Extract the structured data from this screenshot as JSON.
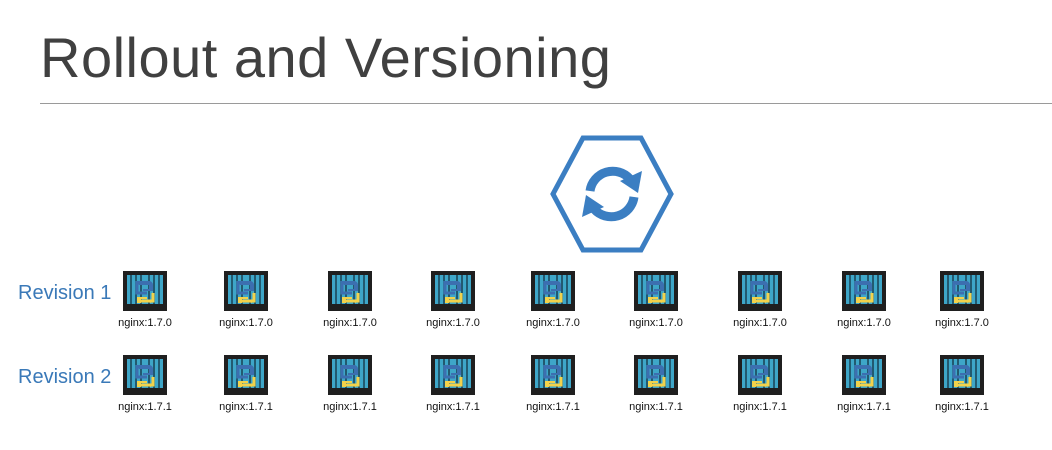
{
  "slide": {
    "title": "Rollout and Versioning"
  },
  "colors": {
    "accent": "#3a79b8",
    "hex_blue": "#3b7ec2"
  },
  "icons": {
    "rollout": "refresh-hexagon-icon",
    "pod": "container-image-icon"
  },
  "revisions": [
    {
      "label": "Revision 1",
      "pods": [
        "nginx:1.7.0",
        "nginx:1.7.0",
        "nginx:1.7.0",
        "nginx:1.7.0",
        "nginx:1.7.0",
        "nginx:1.7.0",
        "nginx:1.7.0",
        "nginx:1.7.0",
        "nginx:1.7.0"
      ]
    },
    {
      "label": "Revision 2",
      "pods": [
        "nginx:1.7.1",
        "nginx:1.7.1",
        "nginx:1.7.1",
        "nginx:1.7.1",
        "nginx:1.7.1",
        "nginx:1.7.1",
        "nginx:1.7.1",
        "nginx:1.7.1",
        "nginx:1.7.1"
      ]
    }
  ]
}
